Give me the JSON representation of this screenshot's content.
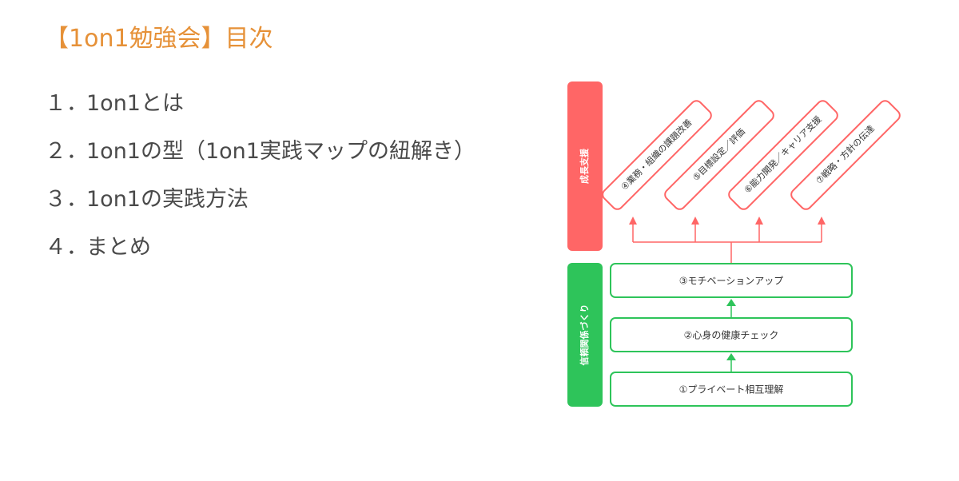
{
  "slide": {
    "title": "【1on1勉強会】目次"
  },
  "toc": [
    {
      "number": "１．",
      "text": "1on1とは"
    },
    {
      "number": "２．",
      "text": "1on1の型（1on1実践マップの紐解き）"
    },
    {
      "number": "３．",
      "text": "1on1の実践方法"
    },
    {
      "number": "４．",
      "text": "まとめ"
    }
  ],
  "diagram": {
    "growth_support": {
      "label": "成長支援",
      "color": "#ff6666",
      "items": [
        "④業務・組織の課題改善",
        "⑤目標設定／評価",
        "⑥能力開発／キャリア支援",
        "⑦戦略・方針の伝達"
      ]
    },
    "trust_building": {
      "label": "信頼関係づくり",
      "color": "#2ec45a",
      "steps": [
        "③モチベーションアップ",
        "②心身の健康チェック",
        "①プライベート相互理解"
      ]
    }
  }
}
